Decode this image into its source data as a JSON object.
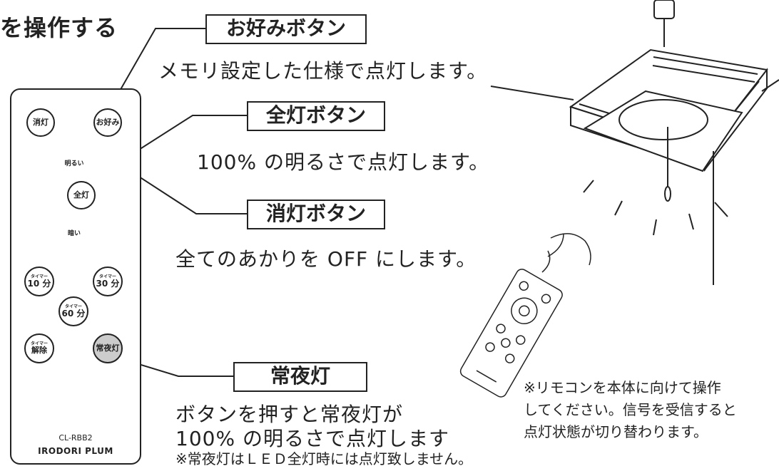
{
  "heading": "を操作する",
  "callouts": {
    "okonomi": {
      "label": "お好みボタン",
      "desc": "メモリ設定した仕様で点灯します。"
    },
    "zento": {
      "label": "全灯ボタン",
      "desc": "100% の明るさで点灯します。"
    },
    "shoto": {
      "label": "消灯ボタン",
      "desc": "全てのあかりを OFF にします。"
    },
    "joyato": {
      "label": "常夜灯",
      "desc_line1": "ボタンを押すと常夜灯が",
      "desc_line2": "100% の明るさで点灯します",
      "note": "※常夜灯はＬＥＤ全灯時には点灯致しません。"
    }
  },
  "remote": {
    "btn_shoto": "消灯",
    "btn_okonomi": "お好み",
    "bright_label": "明るい",
    "dark_label": "暗い",
    "btn_zento": "全灯",
    "timer_small": "タイマー",
    "btn_t10": "10 分",
    "btn_t30": "30 分",
    "btn_t60": "60 分",
    "btn_kaijo": "解除",
    "btn_joyato": "常夜灯",
    "model": "CL-RBB2",
    "brand": "IRODORI PLUM"
  },
  "remote_note": {
    "line1": "※リモコンを本体に向けて操作",
    "line2": "してください。信号を受信すると",
    "line3": "点灯状態が切り替わります。"
  },
  "colors": {
    "line": "#222222",
    "nightlight_button": "#cccccc"
  }
}
